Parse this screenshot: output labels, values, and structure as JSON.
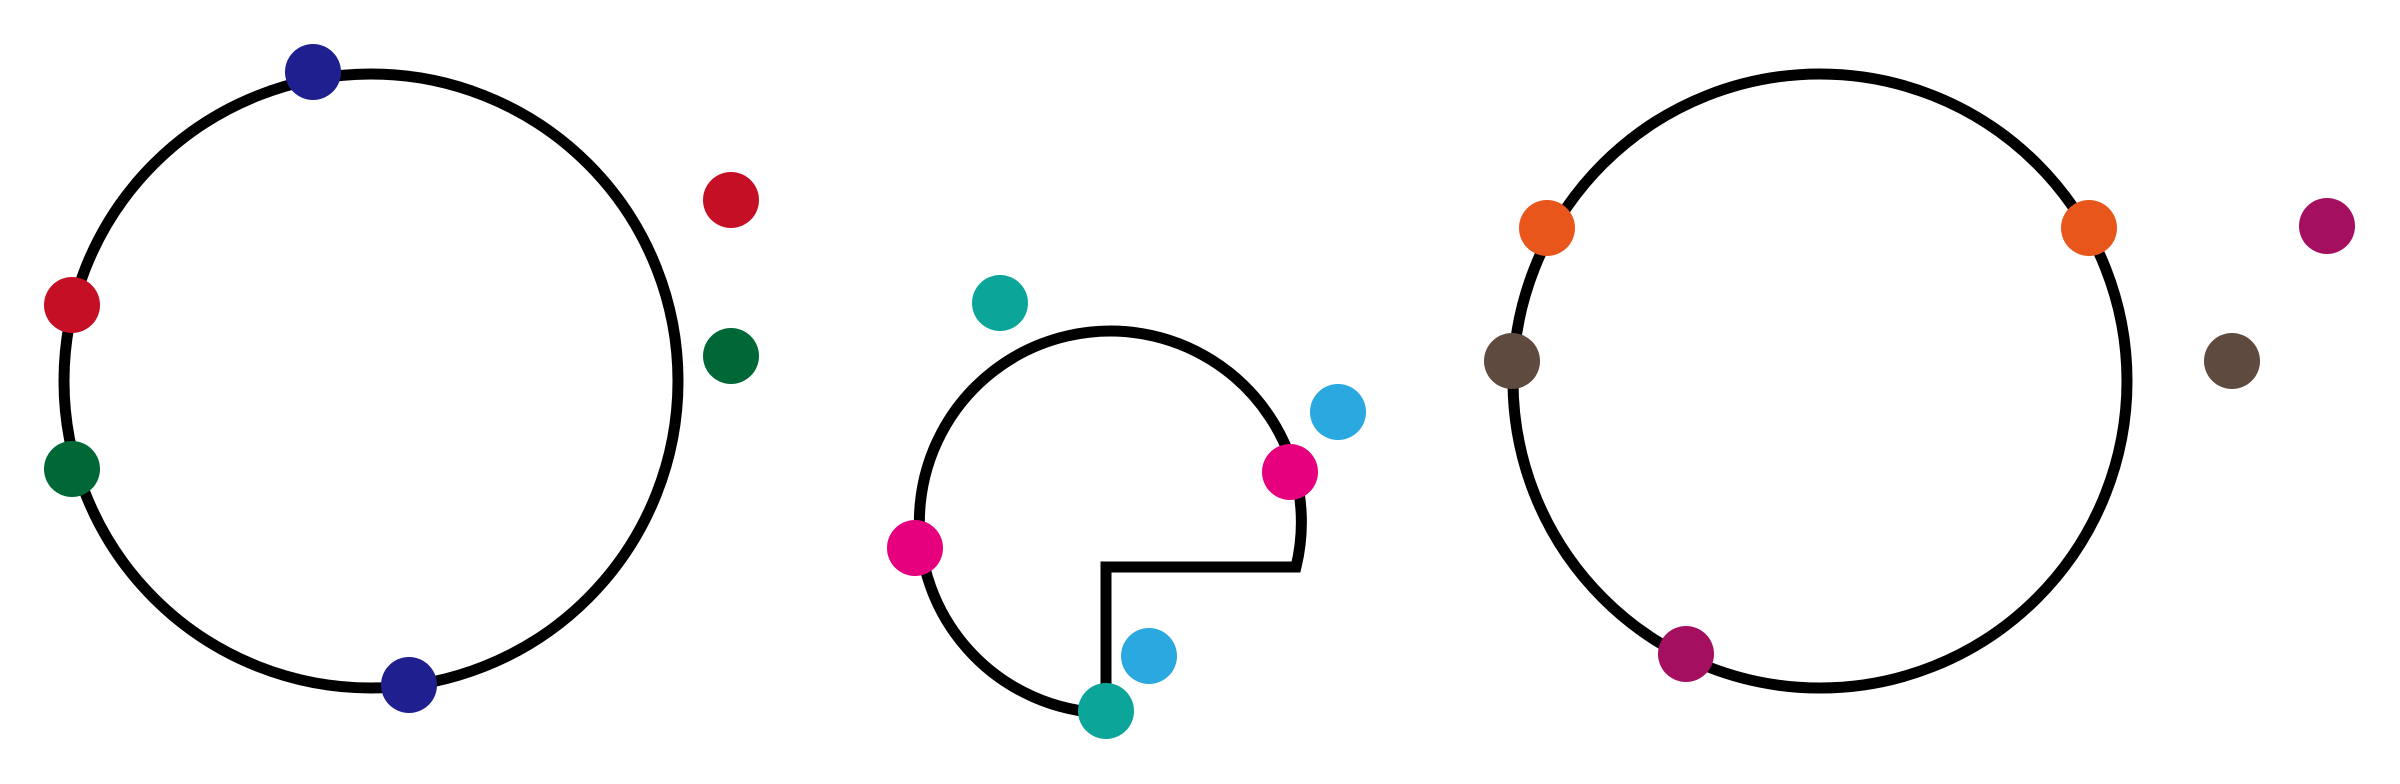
{
  "colors": {
    "stroke": "#000000",
    "navy": "#1f1f8f",
    "red": "#c40f24",
    "green": "#006837",
    "teal": "#0ba59a",
    "sky": "#2aa8e0",
    "magenta": "#e6007e",
    "orange": "#e8561b",
    "brown": "#5e4a3e",
    "plum": "#a50f5f"
  },
  "panels": [
    {
      "shape": "circle",
      "points_on_boundary": [
        {
          "color": "navy"
        },
        {
          "color": "red"
        },
        {
          "color": "green"
        },
        {
          "color": "navy"
        }
      ],
      "points_outside": [
        {
          "color": "red"
        },
        {
          "color": "green"
        }
      ]
    },
    {
      "shape": "circle-with-quarter-cut",
      "points_on_boundary": [
        {
          "color": "magenta"
        },
        {
          "color": "magenta"
        },
        {
          "color": "teal"
        }
      ],
      "points_outside": [
        {
          "color": "teal"
        },
        {
          "color": "sky"
        },
        {
          "color": "sky"
        }
      ]
    },
    {
      "shape": "circle",
      "points_on_boundary": [
        {
          "color": "orange"
        },
        {
          "color": "orange"
        },
        {
          "color": "brown"
        },
        {
          "color": "plum"
        }
      ],
      "points_outside": [
        {
          "color": "plum"
        },
        {
          "color": "brown"
        }
      ]
    }
  ]
}
